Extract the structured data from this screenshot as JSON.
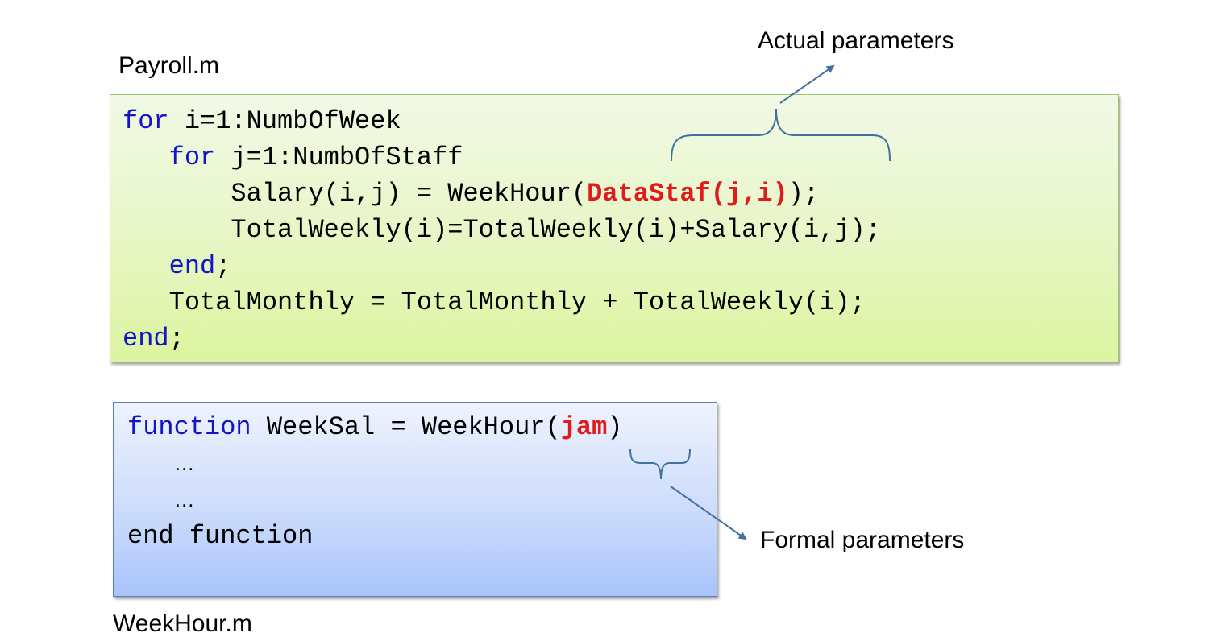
{
  "labels": {
    "payroll_file": "Payroll.m",
    "weekhour_file": "WeekHour.m",
    "actual_parameters": "Actual parameters",
    "formal_parameters": "Formal parameters"
  },
  "payroll_code": {
    "l1_kw": "for",
    "l1_rest": " i=1:NumbOfWeek",
    "l2_indent": "   ",
    "l2_kw": "for",
    "l2_rest": " j=1:NumbOfStaff",
    "l3_pre": "       Salary(i,j) = WeekHour(",
    "l3_param": "DataStaf(j,i)",
    "l3_post": ");",
    "l4": "       TotalWeekly(i)=TotalWeekly(i)+Salary(i,j);",
    "l5_indent": "   ",
    "l5_kw": "end",
    "l5_rest": ";",
    "l6": "   TotalMonthly = TotalMonthly + TotalWeekly(i);",
    "l7_kw": "end",
    "l7_rest": ";"
  },
  "weekhour_code": {
    "l1_kw": "function",
    "l1_pre": " WeekSal = WeekHour(",
    "l1_param": "jam",
    "l1_post": ")",
    "ellipsis_indent": "   ",
    "ellipsis": "…",
    "l4": "end function"
  },
  "colors": {
    "keyword": "#1414c8",
    "parameter": "#e01b1b",
    "annotation": "#41719c",
    "payroll_box": "#dcf59f",
    "weekhour_box": "#a8c4fc"
  }
}
